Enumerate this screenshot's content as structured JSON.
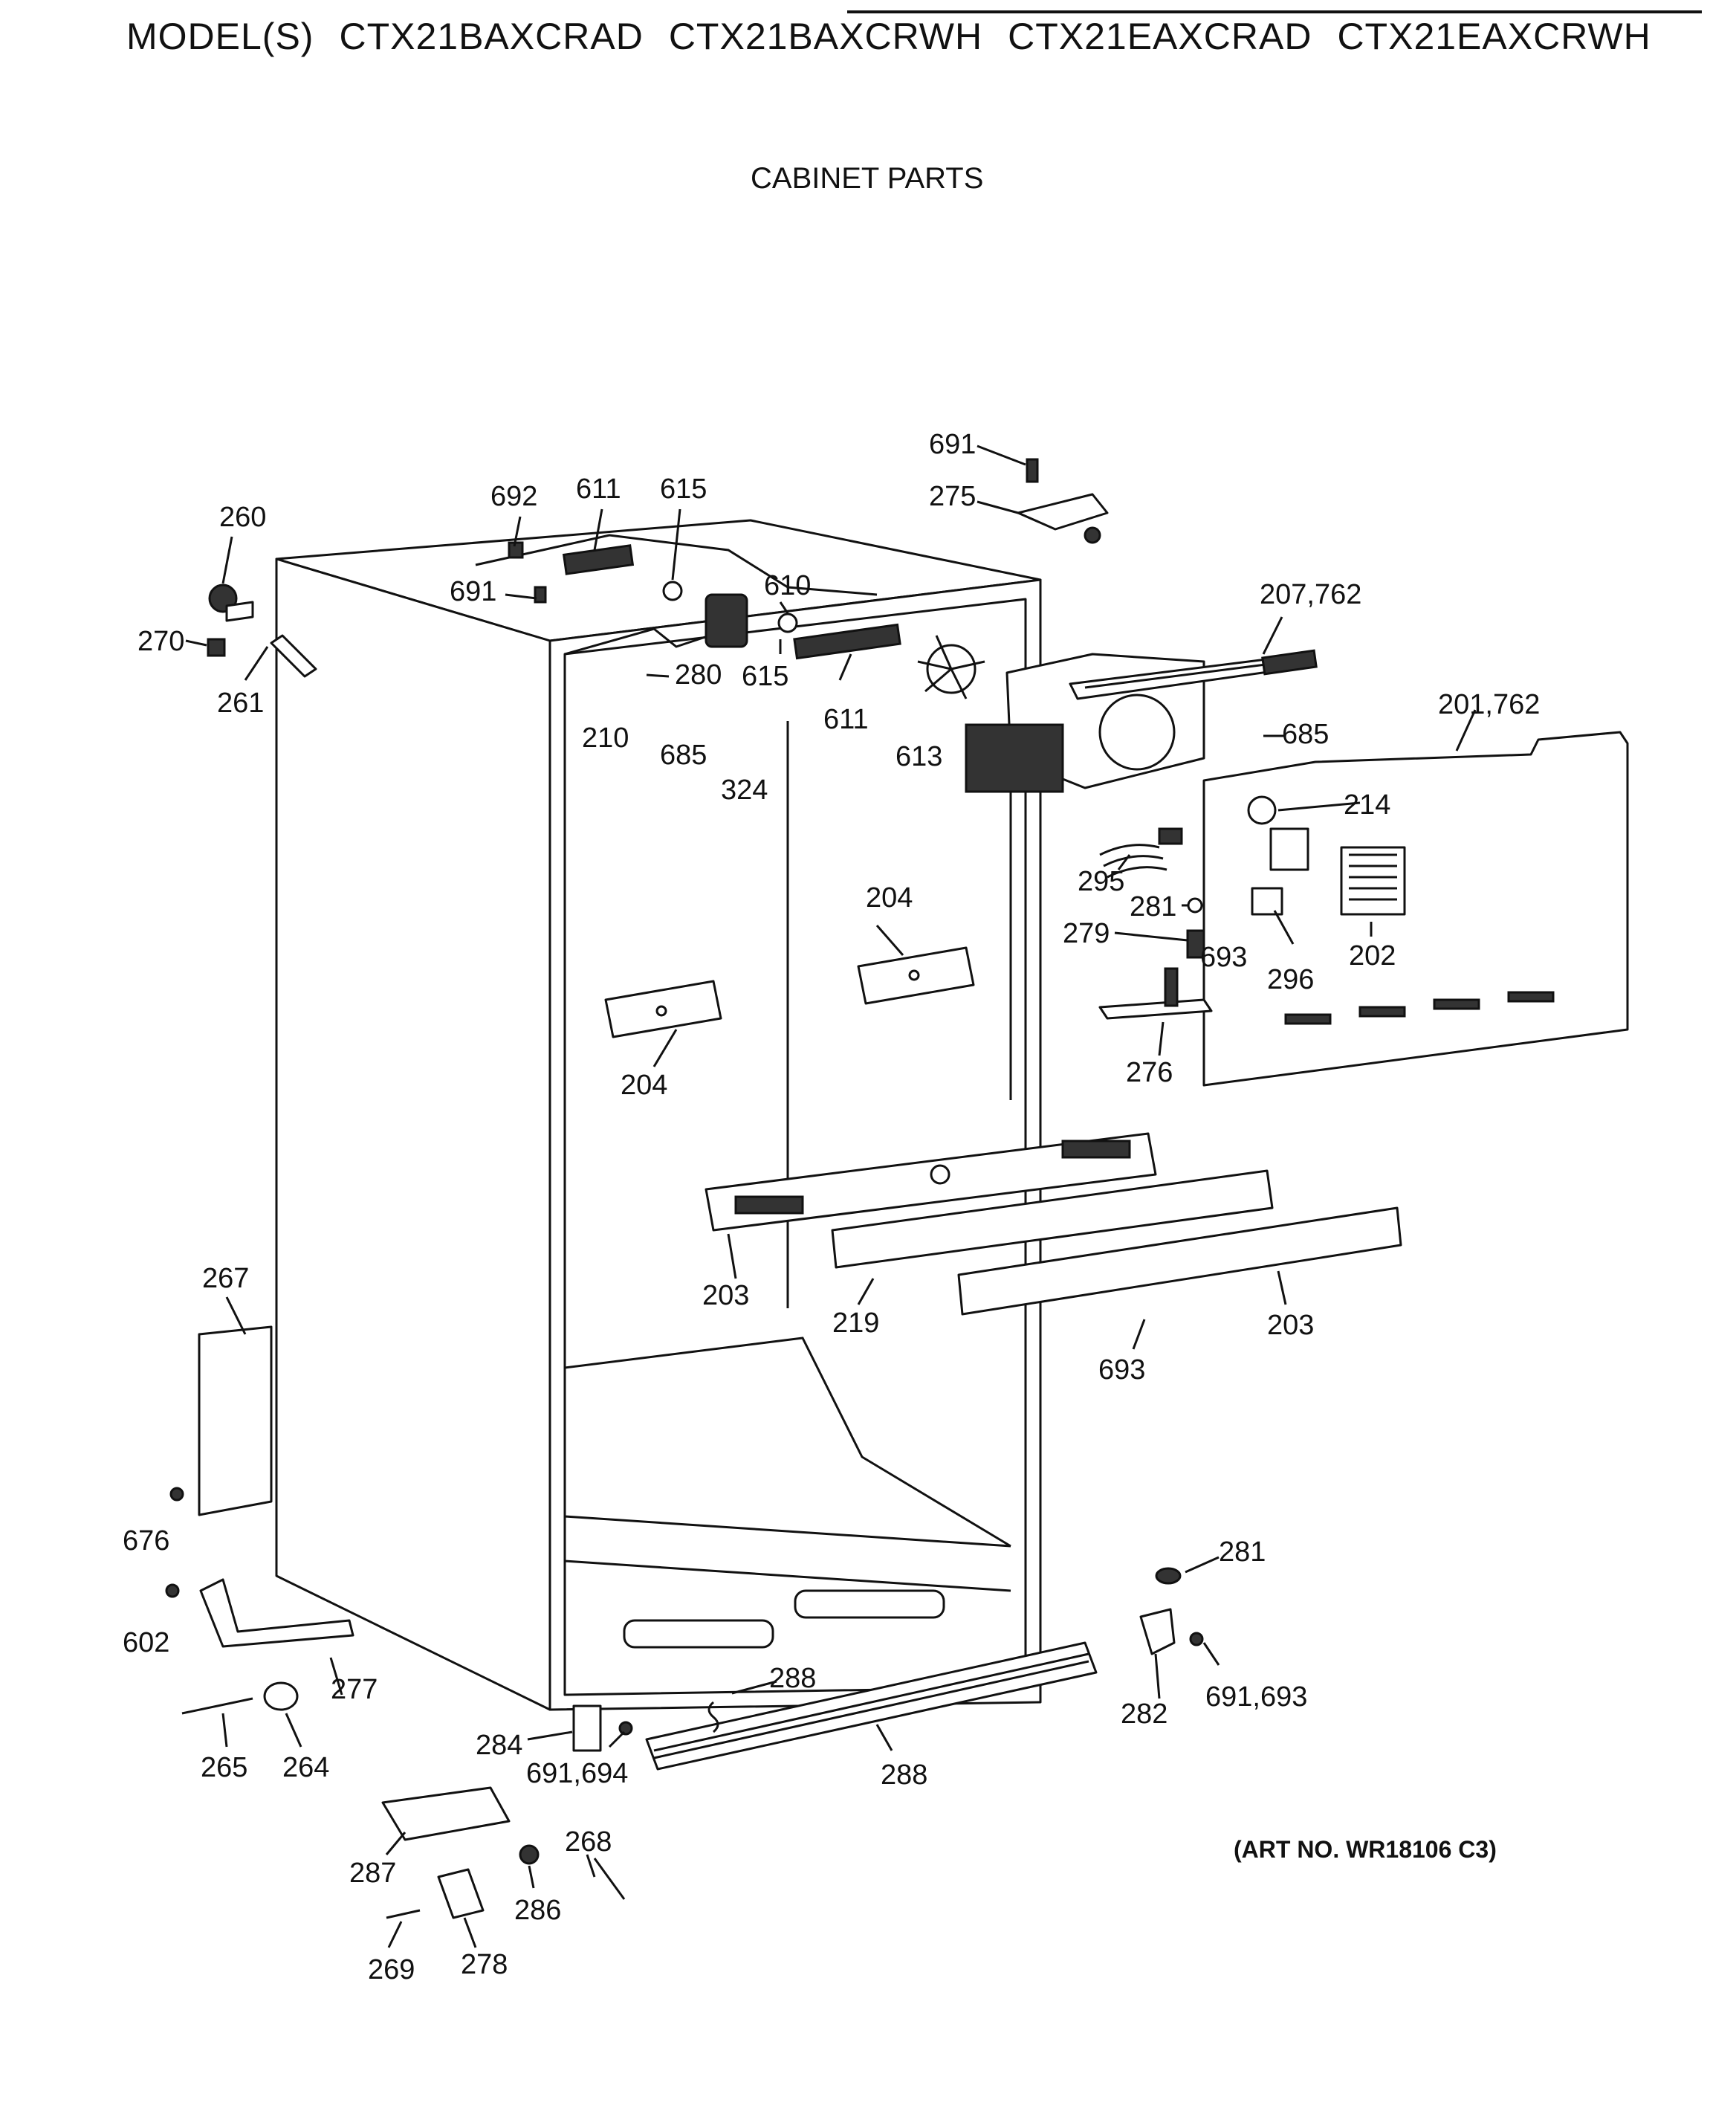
{
  "header": {
    "prefix": "MODEL(S)",
    "models": [
      "CTX21BAXCRAD",
      "CTX21BAXCRWH",
      "CTX21EAXCRAD",
      "CTX21EAXCRWH"
    ]
  },
  "section_title": "CABINET PARTS",
  "art_number": "(ART NO. WR18106 C3)",
  "callouts": {
    "691a": "691",
    "275": "275",
    "692": "692",
    "611a": "611",
    "615a": "615",
    "260": "260",
    "691b": "691",
    "610": "610",
    "207_762": "207,762",
    "270": "270",
    "261": "261",
    "280": "280",
    "615b": "615",
    "611b": "611",
    "210": "210",
    "685a": "685",
    "324": "324",
    "613": "613",
    "685b": "685",
    "201_762": "201,762",
    "214": "214",
    "295": "295",
    "281a": "281",
    "279": "279",
    "693a": "693",
    "296": "296",
    "202": "202",
    "276": "276",
    "204a": "204",
    "204b": "204",
    "203a": "203",
    "219": "219",
    "203b": "203",
    "693b": "693",
    "267": "267",
    "676": "676",
    "602": "602",
    "277": "277",
    "281b": "281",
    "282": "282",
    "691_693": "691,693",
    "288a": "288",
    "288b": "288",
    "284": "284",
    "691_694": "691,694",
    "265": "265",
    "264": "264",
    "287": "287",
    "268": "268",
    "286": "286",
    "269": "269",
    "278": "278"
  }
}
